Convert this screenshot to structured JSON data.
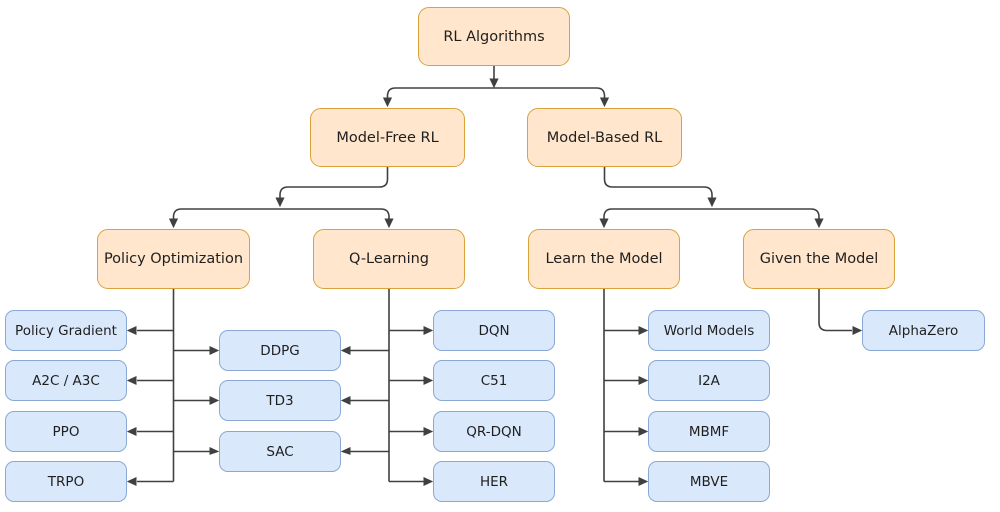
{
  "colors": {
    "background": "#ffffff",
    "orange_fill": "#ffe6cc",
    "orange_stroke": "#d9a23c",
    "blue_fill": "#dae8fc",
    "blue_stroke": "#89a9d4",
    "line": "#404040",
    "text": "#1f1f1f"
  },
  "nodes": {
    "rl": {
      "label": "RL Algorithms"
    },
    "mf": {
      "label": "Model-Free RL"
    },
    "mb": {
      "label": "Model-Based RL"
    },
    "po": {
      "label": "Policy Optimization"
    },
    "ql": {
      "label": "Q-Learning"
    },
    "lm": {
      "label": "Learn the Model"
    },
    "gm": {
      "label": "Given the Model"
    },
    "pg": {
      "label": "Policy Gradient"
    },
    "a2c": {
      "label": "A2C / A3C"
    },
    "ppo": {
      "label": "PPO"
    },
    "trpo": {
      "label": "TRPO"
    },
    "ddpg": {
      "label": "DDPG"
    },
    "td3": {
      "label": "TD3"
    },
    "sac": {
      "label": "SAC"
    },
    "dqn": {
      "label": "DQN"
    },
    "c51": {
      "label": "C51"
    },
    "qrdqn": {
      "label": "QR-DQN"
    },
    "her": {
      "label": "HER"
    },
    "wm": {
      "label": "World Models"
    },
    "i2a": {
      "label": "I2A"
    },
    "mbmf": {
      "label": "MBMF"
    },
    "mbve": {
      "label": "MBVE"
    },
    "az": {
      "label": "AlphaZero"
    }
  },
  "edges": [
    {
      "from": "rl",
      "to": "mf"
    },
    {
      "from": "rl",
      "to": "mb"
    },
    {
      "from": "mf",
      "to": "po"
    },
    {
      "from": "mf",
      "to": "ql"
    },
    {
      "from": "mb",
      "to": "lm"
    },
    {
      "from": "mb",
      "to": "gm"
    },
    {
      "from": "po",
      "to": "pg"
    },
    {
      "from": "po",
      "to": "a2c"
    },
    {
      "from": "po",
      "to": "ppo"
    },
    {
      "from": "po",
      "to": "trpo"
    },
    {
      "from": "po",
      "to": "ddpg"
    },
    {
      "from": "po",
      "to": "td3"
    },
    {
      "from": "po",
      "to": "sac"
    },
    {
      "from": "ql",
      "to": "ddpg"
    },
    {
      "from": "ql",
      "to": "td3"
    },
    {
      "from": "ql",
      "to": "sac"
    },
    {
      "from": "ql",
      "to": "dqn"
    },
    {
      "from": "ql",
      "to": "c51"
    },
    {
      "from": "ql",
      "to": "qrdqn"
    },
    {
      "from": "ql",
      "to": "her"
    },
    {
      "from": "lm",
      "to": "wm"
    },
    {
      "from": "lm",
      "to": "i2a"
    },
    {
      "from": "lm",
      "to": "mbmf"
    },
    {
      "from": "lm",
      "to": "mbve"
    },
    {
      "from": "gm",
      "to": "az"
    }
  ]
}
